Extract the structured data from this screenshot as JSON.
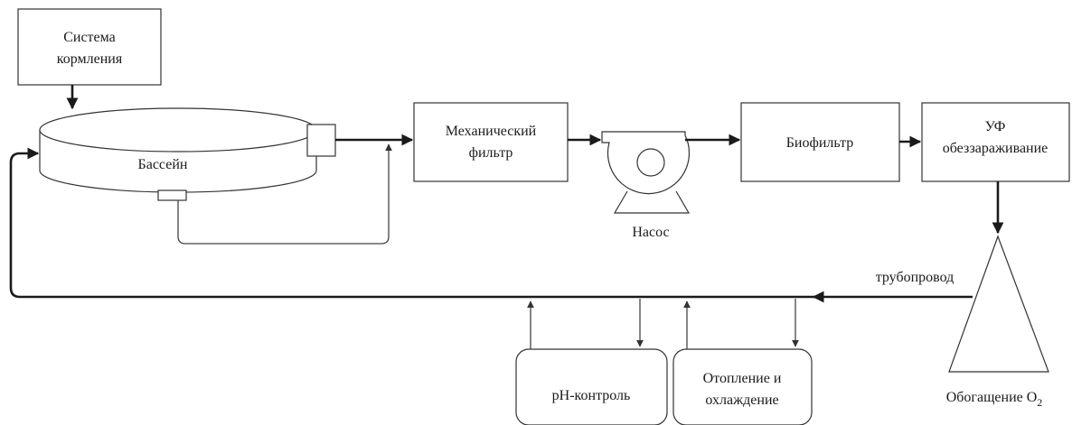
{
  "nodes": {
    "feeding": {
      "line1": "Система",
      "line2": "кормления"
    },
    "pool": {
      "label": "Бассейн"
    },
    "mech_filter": {
      "line1": "Механический",
      "line2": "фильтр"
    },
    "pump": {
      "label": "Насос"
    },
    "biofilter": {
      "label": "Биофильтр"
    },
    "uv": {
      "line1": "УФ",
      "line2": "обеззараживание"
    },
    "oxygen": {
      "label": "Обогащение O",
      "subscript": "2"
    },
    "ph": {
      "label": "pH-контроль"
    },
    "heating": {
      "line1": "Отопление и",
      "line2": "охлаждение"
    }
  },
  "edges": {
    "pipeline": {
      "label": "трубопровод"
    }
  }
}
